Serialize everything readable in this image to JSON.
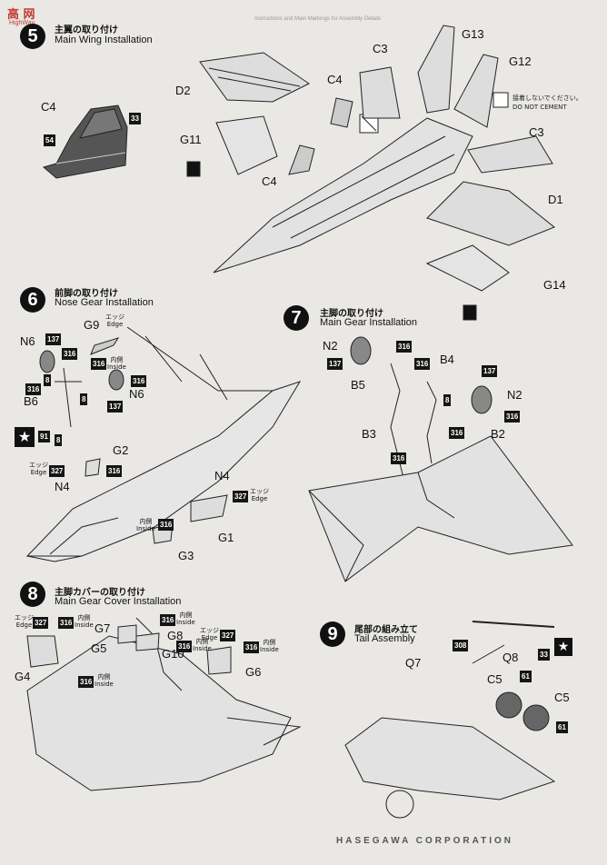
{
  "logo": {
    "text": "高 网",
    "sub": "HighWay"
  },
  "header_faint": "Instructions and Main Markings for Assembly Details",
  "steps": {
    "s5": {
      "num": "5",
      "jp": "主翼の取り付け",
      "en": "Main Wing Installation"
    },
    "s6": {
      "num": "6",
      "jp": "前脚の取り付け",
      "en": "Nose Gear Installation"
    },
    "s7": {
      "num": "7",
      "jp": "主脚の取り付け",
      "en": "Main Gear Installation"
    },
    "s8": {
      "num": "8",
      "jp": "主脚カバーの取り付け",
      "en": "Main Gear Cover Installation"
    },
    "s9": {
      "num": "9",
      "jp": "尾部の組み立て",
      "en": "Tail Assembly"
    }
  },
  "labels5": {
    "c4a": "C4",
    "c4b": "C4",
    "c4c": "C4",
    "d2": "D2",
    "g11": "G11",
    "c3a": "C3",
    "c3b": "C3",
    "g13": "G13",
    "g12": "G12",
    "d1": "D1",
    "g14": "G14"
  },
  "no_cement": {
    "jp": "接着しないでください。",
    "en": "DO NOT CEMENT"
  },
  "labels6": {
    "g9": "G9",
    "n6a": "N6",
    "n6b": "N6",
    "b6": "B6",
    "g2": "G2",
    "n4a": "N4",
    "n4b": "N4",
    "g1": "G1",
    "g3": "G3"
  },
  "labels7": {
    "n2a": "N2",
    "n2b": "N2",
    "b5": "B5",
    "b4": "B4",
    "b3": "B3",
    "b2": "B2"
  },
  "labels8": {
    "g4": "G4",
    "g5": "G5",
    "g7": "G7",
    "g8": "G8",
    "g10": "G10",
    "g6": "G6"
  },
  "labels9": {
    "q7": "Q7",
    "q8": "Q8",
    "c5a": "C5",
    "c5b": "C5"
  },
  "badges": {
    "b33": "33",
    "b54": "54",
    "b137": "137",
    "b316": "316",
    "b327": "327",
    "b8": "8",
    "b91": "91",
    "b61": "61",
    "b308": "308"
  },
  "edge": {
    "jp": "エッジ",
    "en": "Edge"
  },
  "inside": {
    "jp": "内側",
    "en": "Inside"
  },
  "footer": "HASEGAWA CORPORATION"
}
